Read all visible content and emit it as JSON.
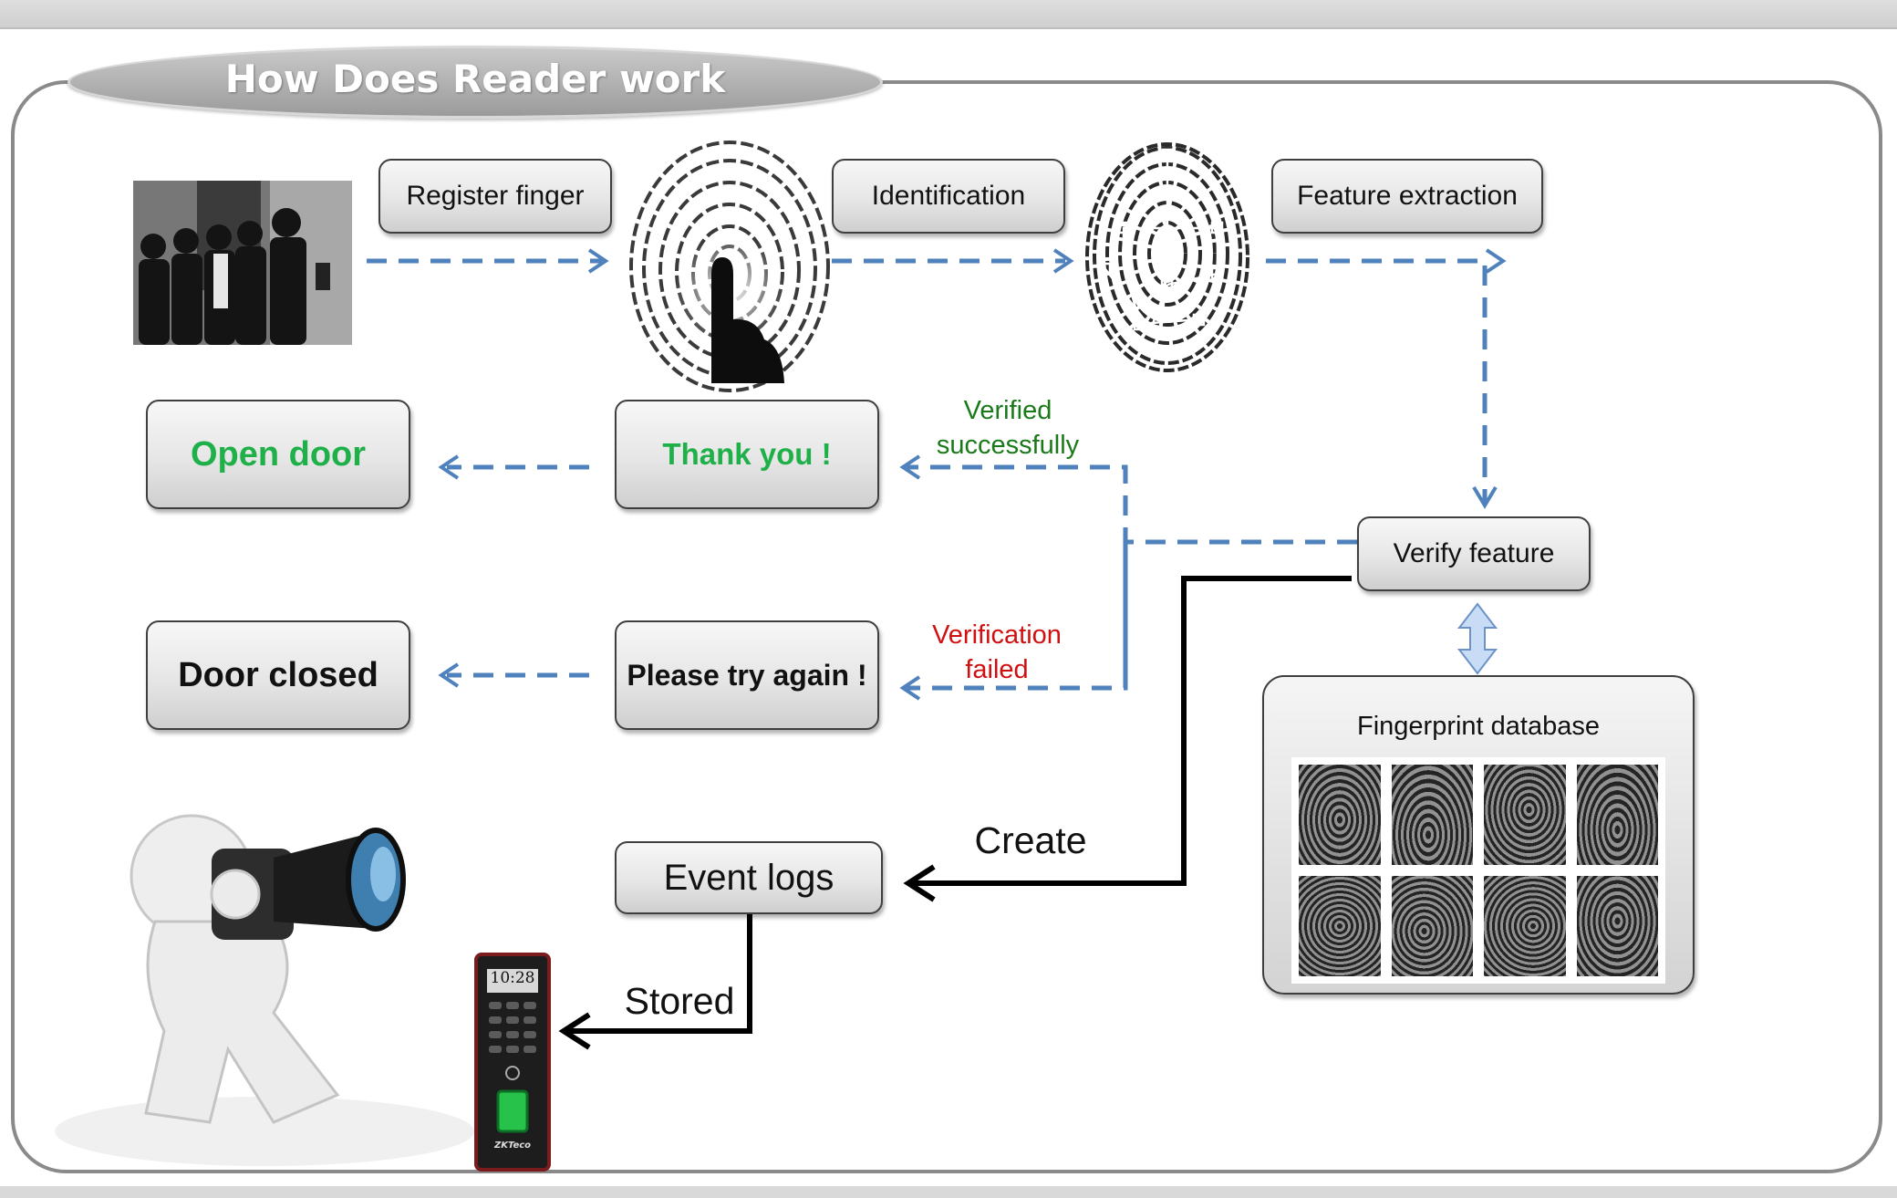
{
  "title": "How Does Reader work",
  "steps": {
    "register_finger": "Register finger",
    "identification": "Identification",
    "feature_extraction": "Feature extraction",
    "verify_feature": "Verify feature",
    "thank_you": "Thank you !",
    "please_try_again": "Please try again !",
    "open_door": "Open door",
    "door_closed": "Door closed",
    "event_logs": "Event logs"
  },
  "edge_labels": {
    "verified_line1": "Verified",
    "verified_line2": "successfully",
    "failed_line1": "Verification",
    "failed_line2": "failed",
    "create": "Create",
    "stored": "Stored"
  },
  "database": {
    "title": "Fingerprint database",
    "sample_count": 8
  },
  "device": {
    "time": "10:28",
    "brand": "ZKTeco"
  },
  "colors": {
    "dashed_arrow": "#4f81bd",
    "solid_arrow": "#000000",
    "success_text": "#1fb04a",
    "verified_label": "#1a7a1a",
    "failed_label": "#d01010",
    "double_arrow_fill": "#c9dcf5"
  },
  "icons": {
    "people": "people-at-reader-photo",
    "finger": "finger-on-fingerprint-image",
    "minutiae": "fingerprint-minutiae-image",
    "photographer": "3d-photographer-figure",
    "device": "fingerprint-reader-device"
  }
}
